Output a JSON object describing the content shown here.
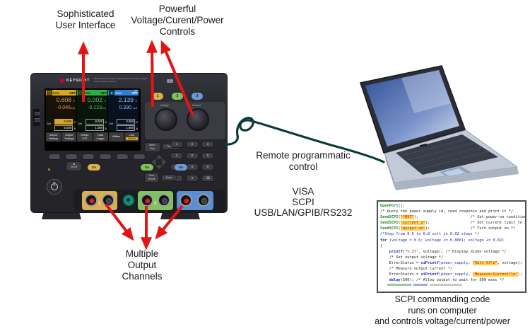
{
  "callouts": {
    "ui": {
      "line1": "Sophisticated",
      "line2": "User Interface"
    },
    "controls": {
      "line1": "Powerful",
      "line2": "Voltage/Curent/Power",
      "line3": "Controls"
    },
    "remote": {
      "line1": "Remote programmatic",
      "line2": "control"
    },
    "protocols": {
      "line1": "VISA",
      "line2": "SCPI",
      "line3": "USB/LAN/GPIB/RS232"
    },
    "outputs": {
      "line1": "Multiple",
      "line2": "Output",
      "line3": "Channels"
    },
    "code_caption": {
      "line1": "SCPI commanding code",
      "line2": "runs on computer",
      "line3": "and controls voltage/current/power"
    }
  },
  "colors": {
    "arrow": "#e31414",
    "cable": "#0d3b39",
    "brand_red": "#e90029",
    "code_highlight": "#ffd24d"
  },
  "device": {
    "brand": "KEYSIGHT",
    "model_line1": "E36312A  Triple Output Programmable DC Power Supply",
    "model_line2": "6V,5A | 25V,1A | 25V,1A",
    "display": {
      "channels": [
        {
          "num": "1",
          "mode": "2wire",
          "state": "OFF",
          "v": "0.608",
          "vu": "V",
          "a": "-0.046",
          "au": "mA",
          "set": "Set",
          "sv": "6.000",
          "svu": "V",
          "sa": "5.000",
          "sau": "A"
        },
        {
          "num": "2",
          "mode": "2wire",
          "state": "OFF",
          "v": "0.002",
          "vu": "V",
          "a": "-0.123",
          "au": "mA",
          "set": "Set",
          "sv": "8.000",
          "svu": "V",
          "sa": "1.000",
          "sau": "A"
        },
        {
          "num": "3",
          "mode": "2wire",
          "state": "OFF",
          "v": "2.139",
          "vu": "V",
          "a": "0.330",
          "au": "mA",
          "set": "Set",
          "sv": "0.800",
          "svu": "V",
          "sa": "1.800",
          "sau": "A"
        }
      ],
      "softkeys": [
        "Source\nSettings",
        "Output\nSettings",
        "Output\nLIST",
        "Data\nLogger",
        "Utilities",
        "Lock\nUnlock"
      ]
    },
    "buttons": {
      "channel_select": [
        "1",
        "2",
        "3"
      ],
      "voltage_knob_label": "Voltage",
      "current_knob_label": "Current",
      "meter_view": "Meter\nView",
      "tracking": "Tracking",
      "keypad": [
        "1",
        "2",
        "3",
        "4",
        "5",
        "6",
        "7",
        "8",
        "9",
        ".",
        "0",
        "⌫"
      ],
      "store_recall": "Store\nRecall",
      "enter": "Enter",
      "all_on_off": "All\nOn/Off",
      "on_labels": [
        "On",
        "On",
        "On"
      ]
    },
    "terminals": {
      "ch1_label": "1",
      "ch2_label": "2"
    }
  },
  "code_panel": {
    "lines": [
      [
        {
          "t": "OpenPort",
          "c": "g"
        },
        {
          "t": "();",
          "c": "b"
        }
      ],
      [
        {
          "t": "/* Query the power supply id, read response and print it */",
          "c": "p"
        }
      ],
      [
        {
          "t": "SendSCPI",
          "c": "g"
        },
        {
          "t": "(",
          "c": "p"
        },
        {
          "t": "\"*RST\"",
          "c": "h1"
        },
        {
          "t": ");",
          "c": "p"
        },
        {
          "t": "                       /* Set power-on condition */",
          "c": "p"
        }
      ],
      [
        {
          "t": "SendSCPI",
          "c": "g"
        },
        {
          "t": "(",
          "c": "p"
        },
        {
          "t": "\"Current 2\"",
          "c": "h2"
        },
        {
          "t": ");",
          "c": "p"
        },
        {
          "t": "                  /* Set current limit to 2A */",
          "c": "p"
        }
      ],
      [
        {
          "t": "SendSCPI",
          "c": "g"
        },
        {
          "t": "(",
          "c": "p"
        },
        {
          "t": "\"Output on\"",
          "c": "h3"
        },
        {
          "t": ");",
          "c": "p"
        },
        {
          "t": "                  /* Turn output on */",
          "c": "p"
        }
      ],
      [
        {
          "t": "/*Step from 0.6 to 0.8 volt in 0.02 steps */",
          "c": "b"
        }
      ],
      [
        {
          "t": "for",
          "c": "bb"
        },
        {
          "t": " (voltage = 0.6; voltage <= 0.8001; voltage += 0.02)",
          "c": "b"
        }
      ],
      [
        {
          "t": "{",
          "c": "p"
        }
      ],
      [
        {
          "t": "    ",
          "c": "p"
        },
        {
          "t": "printf",
          "c": "bb"
        },
        {
          "t": "(",
          "c": "p"
        },
        {
          "t": "\"%.3f\"",
          "c": "m"
        },
        {
          "t": ", voltage); /* Display diode voltage */",
          "c": "p"
        }
      ],
      [
        {
          "t": "    /* Set output voltage */",
          "c": "p"
        }
      ],
      [
        {
          "t": "    ErrorStatus = ",
          "c": "p"
        },
        {
          "t": "viPrintf",
          "c": "bb"
        },
        {
          "t": "(",
          "c": "p"
        },
        {
          "t": "power_supply",
          "c": "b"
        },
        {
          "t": ", ",
          "c": "p"
        },
        {
          "t": "\"Volt %f\\n\"",
          "c": "h1"
        },
        {
          "t": ", voltage);",
          "c": "p"
        }
      ],
      [
        {
          "t": "    /* Measure output current */",
          "c": "p"
        }
      ],
      [
        {
          "t": "    ErrorStatus = ",
          "c": "p"
        },
        {
          "t": "viPrintf",
          "c": "bb"
        },
        {
          "t": "(",
          "c": "p"
        },
        {
          "t": "power_supply",
          "c": "b"
        },
        {
          "t": ", ",
          "c": "p"
        },
        {
          "t": "\"Measure:Current?\\n\"",
          "c": "h1"
        },
        {
          "t": ");",
          "c": "p"
        }
      ],
      [
        {
          "t": "    ",
          "c": "p"
        },
        {
          "t": "delay",
          "c": "bb"
        },
        {
          "t": "(500); /* Allow output to wait for 500 msec */",
          "c": "p"
        }
      ]
    ]
  }
}
